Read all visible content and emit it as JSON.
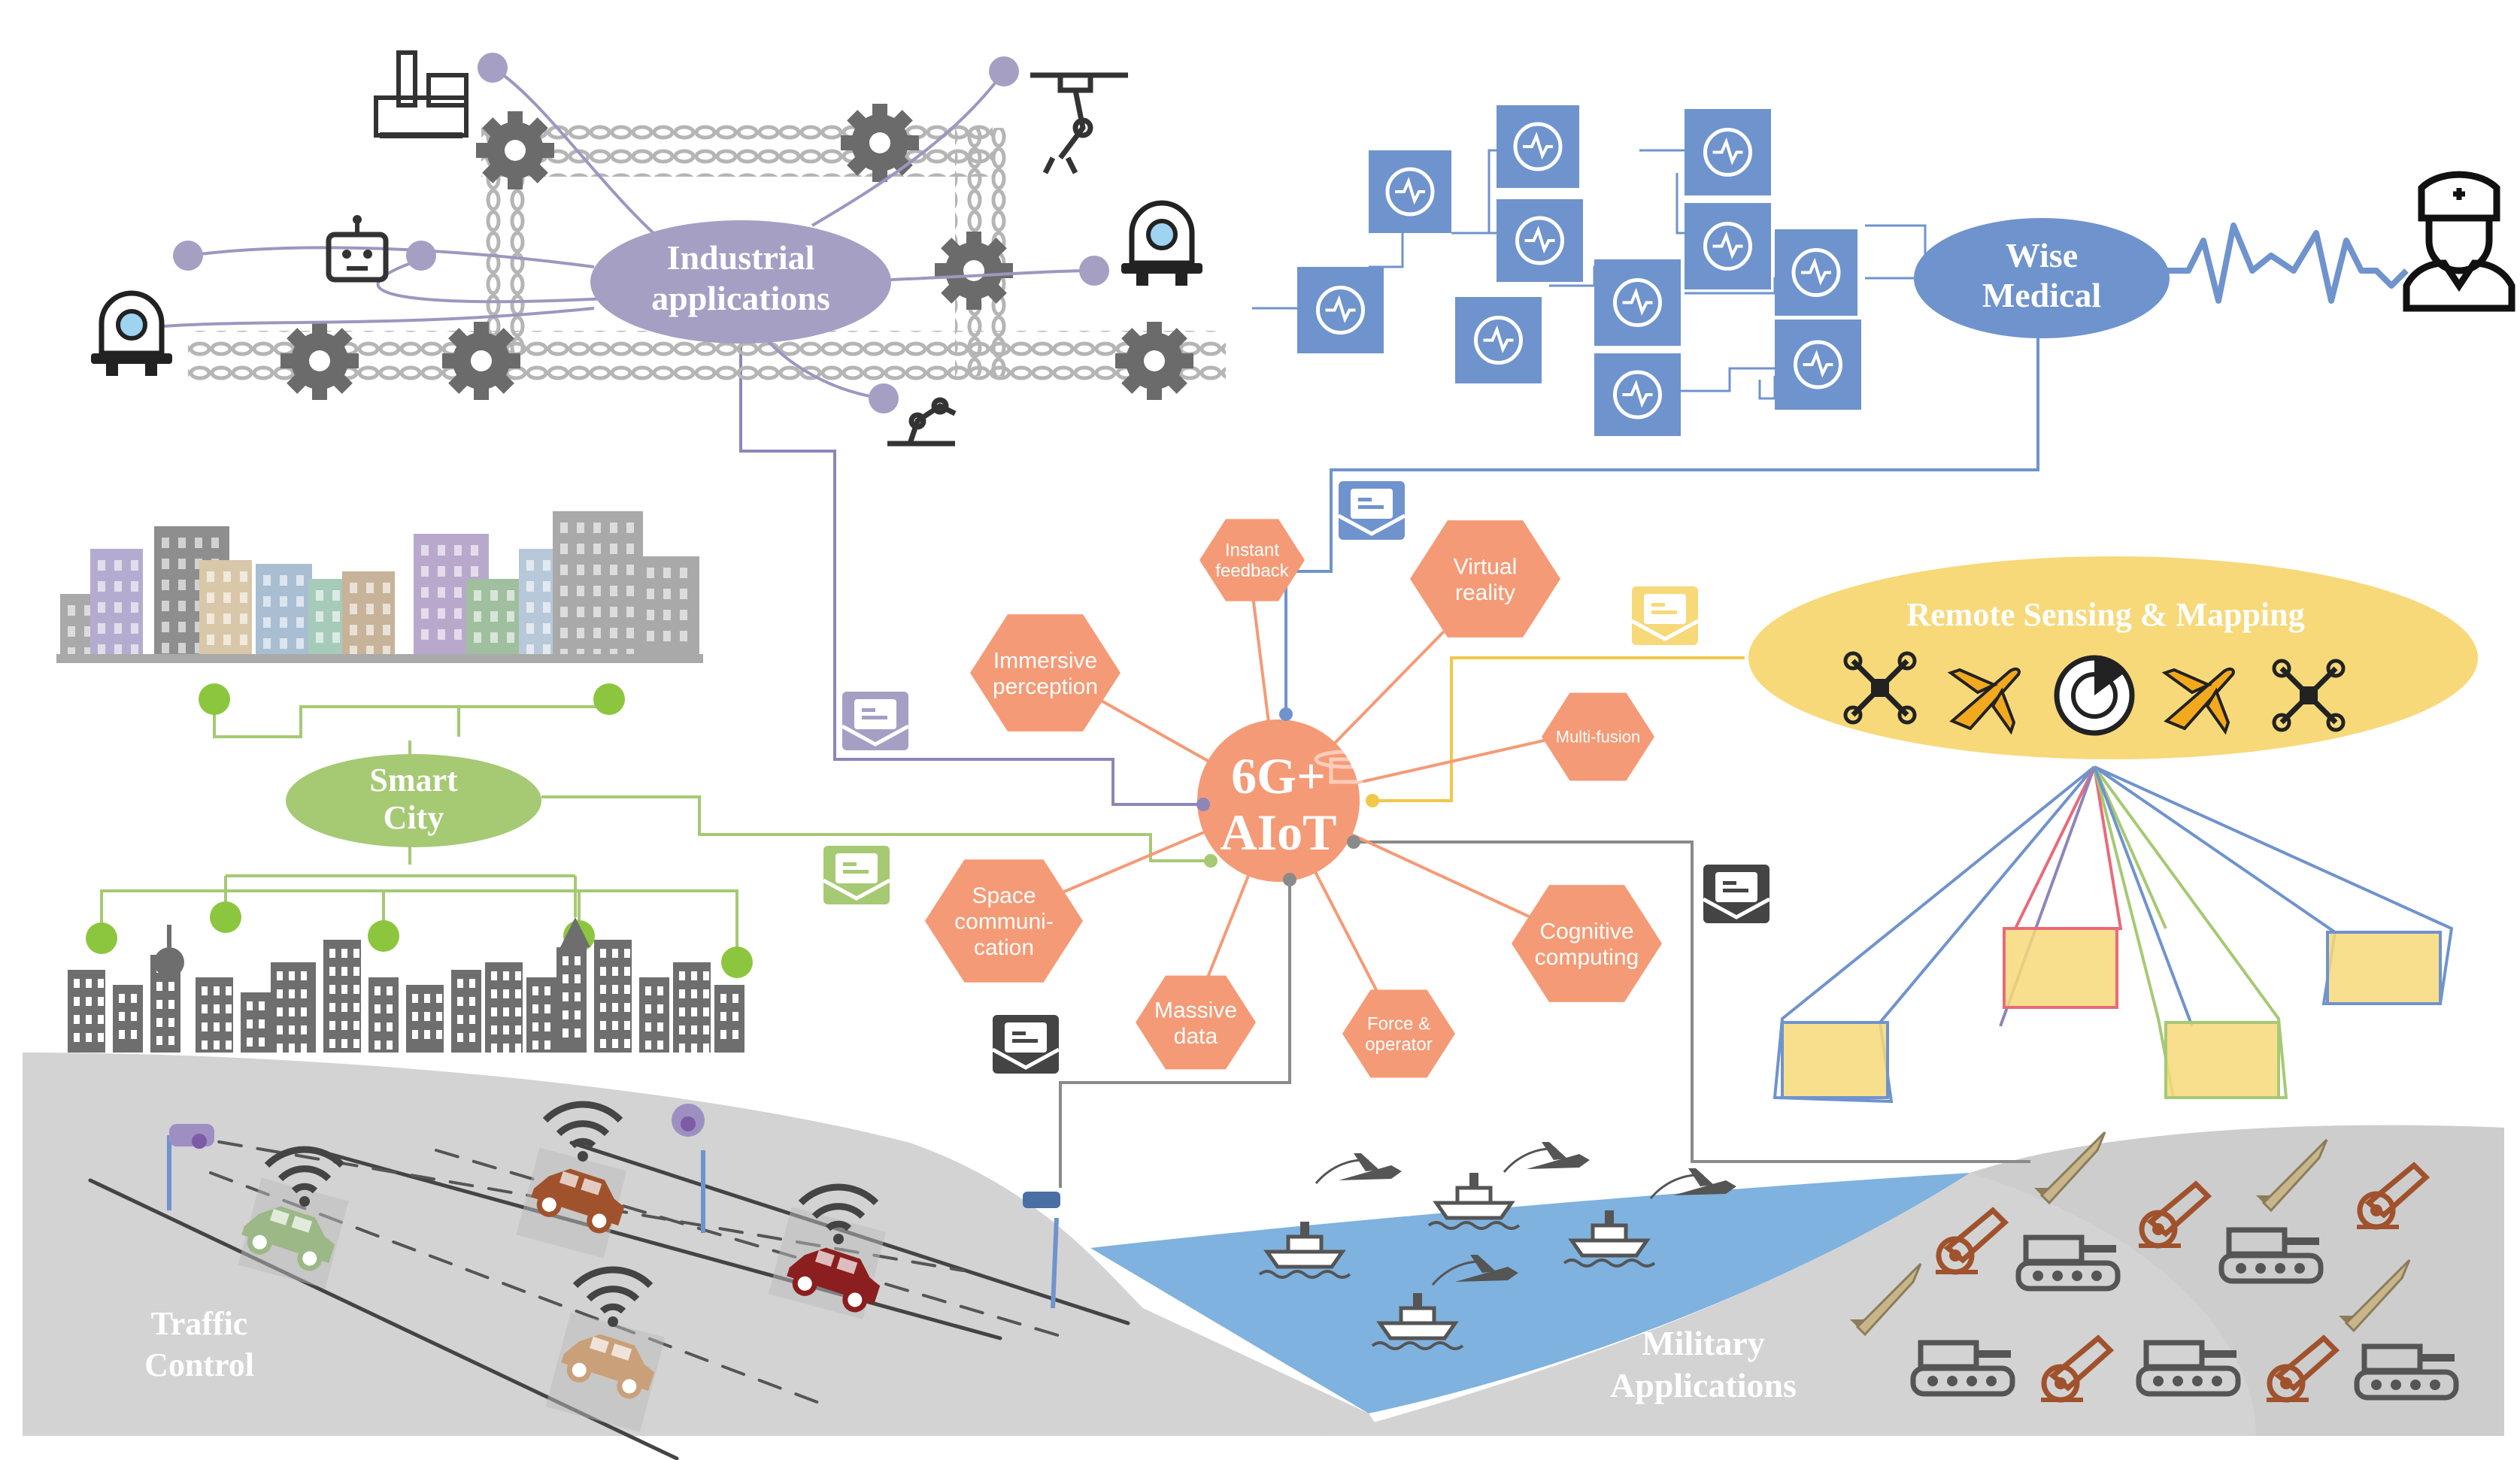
{
  "center": {
    "line1": "6G+",
    "line2": "AIoT"
  },
  "hexes": {
    "instant": [
      "Instant",
      "feedback"
    ],
    "vr": [
      "Virtual",
      "reality"
    ],
    "immersive": [
      "Immersive",
      "perception"
    ],
    "multifusion": [
      "Multi-fusion"
    ],
    "space": [
      "Space",
      "communi-",
      "cation"
    ],
    "cognitive": [
      "Cognitive",
      "computing"
    ],
    "massive": [
      "Massive",
      "data"
    ],
    "force": [
      "Force &",
      "operator"
    ]
  },
  "domains": {
    "industrial": [
      "Industrial",
      "applications"
    ],
    "medical": [
      "Wise",
      "Medical"
    ],
    "smart_city": [
      "Smart",
      "City"
    ],
    "remote_sensing": "Remote Sensing & Mapping",
    "traffic": [
      "Traffic",
      "Control"
    ],
    "military": [
      "Military",
      "Applications"
    ]
  },
  "colors": {
    "hex": "#F59A76",
    "industrial": "#A59FC4",
    "medical": "#6F93CD",
    "smart_city": "#A6C974",
    "remote_sensing": "#F7D97A",
    "gray": "#7A7A7A",
    "sea": "#7FB2DE",
    "land": "#D3D3D3",
    "vehicle": "#A0522D"
  },
  "icons": {
    "medical": [
      "heart-monitor-icon",
      "lungs-icon",
      "clipboard-heart-icon",
      "test-tube-icon",
      "patient-icon",
      "liver-icon",
      "stethoscope-icon",
      "heart-organ-icon",
      "lungs-icon",
      "dna-icon",
      "syringe-icon"
    ],
    "remote_sensing": [
      "drone-icon",
      "plane-icon",
      "radar-icon",
      "plane-icon",
      "drone-icon"
    ]
  }
}
